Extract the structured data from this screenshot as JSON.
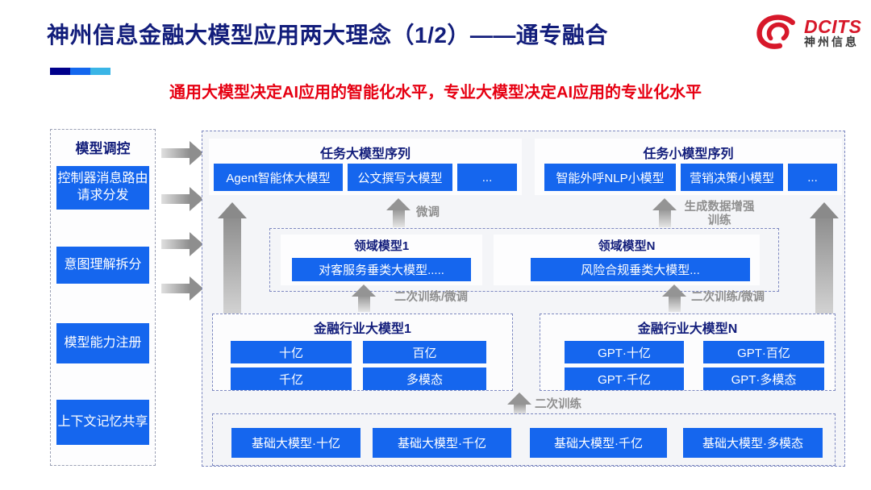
{
  "header": {
    "title": "神州信息金融大模型应用两大理念（1/2）——通专融合",
    "subtitle": "通用大模型决定AI应用的智能化水平，专业大模型决定AI应用的专业化水平",
    "logo_text": "DCITS",
    "logo_subtext": "神州信息"
  },
  "colors": {
    "box_blue": "#1566EE",
    "title_navy": "#121D7B",
    "subtitle_red": "#E60012",
    "logo_red": "#D7182A",
    "accent_bar": [
      "#00008B",
      "#1467EE",
      "#3AB5E6"
    ]
  },
  "sidebar": {
    "title": "模型调控",
    "items": [
      {
        "label": "控制器消息路由请求分发"
      },
      {
        "label": "意图理解拆分"
      },
      {
        "label": "模型能力注册"
      },
      {
        "label": "上下文记忆共享"
      }
    ]
  },
  "diagram": {
    "task_large": {
      "title": "任务大模型序列",
      "boxes": [
        "Agent智能体大模型",
        "公文撰写大模型",
        "..."
      ]
    },
    "task_small": {
      "title": "任务小模型序列",
      "boxes": [
        "智能外呼NLP小模型",
        "营销决策小模型",
        "..."
      ]
    },
    "domain1": {
      "title": "领域模型1",
      "box": "对客服务垂类大模型....."
    },
    "domainN": {
      "title": "领域模型N",
      "box": "风险合规垂类大模型..."
    },
    "industry1": {
      "title": "金融行业大模型1",
      "boxes": [
        "十亿",
        "百亿",
        "千亿",
        "多模态"
      ]
    },
    "industryN": {
      "title": "金融行业大模型N",
      "boxes": [
        "GPT·十亿",
        "GPT·百亿",
        "GPT·千亿",
        "GPT·多模态"
      ]
    },
    "base_models": [
      "基础大模型·十亿",
      "基础大模型·千亿",
      "基础大模型·千亿",
      "基础大模型·多模态"
    ],
    "labels": {
      "finetune": "微调",
      "gen_data_train": "生成数据增强训练",
      "retrain_finetune_left": "二次训练/微调",
      "retrain_finetune_right": "二次训练/微调",
      "retrain": "二次训练"
    }
  }
}
